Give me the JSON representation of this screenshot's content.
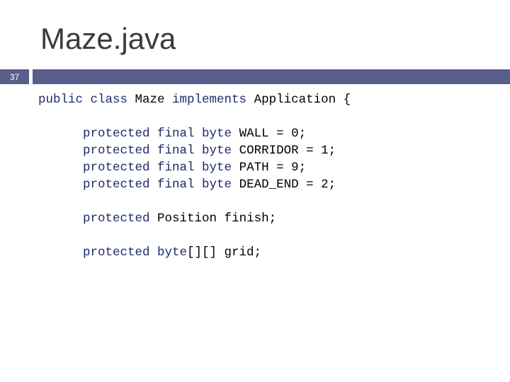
{
  "slide": {
    "title": "Maze.java",
    "number": "37"
  },
  "code": {
    "lines": [
      [
        {
          "t": "kw",
          "v": "public class "
        },
        {
          "t": "tx",
          "v": "Maze "
        },
        {
          "t": "kw",
          "v": "implements "
        },
        {
          "t": "tx",
          "v": "Application {"
        }
      ],
      [],
      [
        {
          "t": "tx",
          "v": "      "
        },
        {
          "t": "kw",
          "v": "protected final byte "
        },
        {
          "t": "tx",
          "v": "WALL = 0;"
        }
      ],
      [
        {
          "t": "tx",
          "v": "      "
        },
        {
          "t": "kw",
          "v": "protected final byte "
        },
        {
          "t": "tx",
          "v": "CORRIDOR = 1;"
        }
      ],
      [
        {
          "t": "tx",
          "v": "      "
        },
        {
          "t": "kw",
          "v": "protected final byte "
        },
        {
          "t": "tx",
          "v": "PATH = 9;"
        }
      ],
      [
        {
          "t": "tx",
          "v": "      "
        },
        {
          "t": "kw",
          "v": "protected final byte "
        },
        {
          "t": "tx",
          "v": "DEAD_END = 2;"
        }
      ],
      [],
      [
        {
          "t": "tx",
          "v": "      "
        },
        {
          "t": "kw",
          "v": "protected "
        },
        {
          "t": "tx",
          "v": "Position finish;"
        }
      ],
      [],
      [
        {
          "t": "tx",
          "v": "      "
        },
        {
          "t": "kw",
          "v": "protected byte"
        },
        {
          "t": "tx",
          "v": "[][] grid;"
        }
      ]
    ]
  },
  "colors": {
    "accent_bar": "#5a5e8c",
    "keyword": "#1f2a6b",
    "title": "#3b3b3b"
  }
}
